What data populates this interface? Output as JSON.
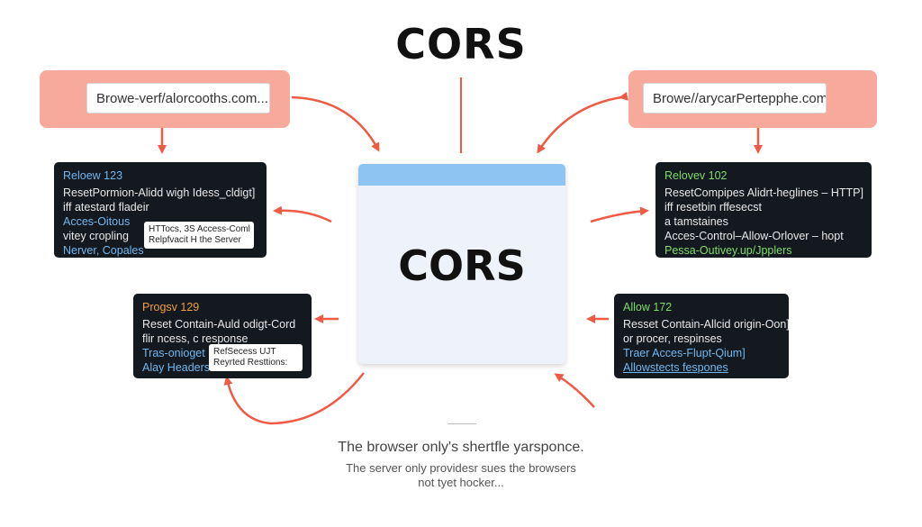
{
  "title": "CORS",
  "center_label": "CORS",
  "left_origin": {
    "url": "Browe-verf/alorcooths.com..."
  },
  "right_origin": {
    "url": "Browe//arycarPertepphe.com"
  },
  "panels": {
    "top_left": {
      "header": "Relоew 123",
      "lines": [
        "ResetPormion-Alidd wigh Idess_cldigt]",
        "iff atestard fladeir",
        "Acces-Oitous",
        "vitey cropling",
        "Nerver, Copales"
      ],
      "note": [
        "HTTocs, 3S Access-Coml",
        "Relpfvacit H the Server"
      ]
    },
    "top_right": {
      "header": "Relovev 102",
      "lines": [
        "ResetCompipes Alidrt-heglines – HTTP]",
        "iff resetbin rffesecst",
        "a tamstaines",
        "Acces-Control–Allow-Orlover – hopt",
        "Pessa-Outivey.up/Jpplers"
      ]
    },
    "bottom_left": {
      "header": "Progsv 129",
      "lines": [
        "Reset Contain-Auld odigt-Cord",
        "flir ncess, c response",
        "Tras-onioget",
        "Alay Headers"
      ],
      "note": [
        "RefSecess UJT",
        "Reyrted Resttions:"
      ]
    },
    "bottom_right": {
      "header": "Allow 172",
      "lines": [
        "Resset Contain-Allcid origin-Oon]",
        "or procer, respinses",
        "Traer Acces-Flupt-Qium]",
        "Allowstects fespones"
      ]
    }
  },
  "captions": {
    "primary": "The browser only's shertfle yarsponce.",
    "secondary_1": "The server only providesr sues the browsers",
    "secondary_2": "not tyet hocker..."
  },
  "colors": {
    "arrow": "#ef5a45",
    "origin_bg": "#f7a99c",
    "panel_bg": "#14181f",
    "card_bar": "#8ec4f2",
    "card_bg": "#eef2fa",
    "header_blue": "#6fb7f0",
    "header_green": "#7fdc6a",
    "header_orange": "#f0a040"
  }
}
